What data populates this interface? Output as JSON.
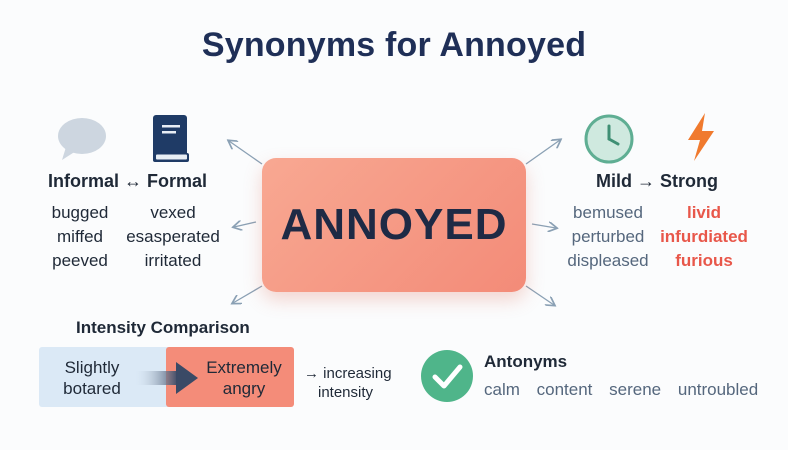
{
  "title": "Synonyms for Annoyed",
  "center_word": "ANNOYED",
  "register": {
    "heading": "Informal ↔ Formal",
    "informal": [
      "bugged",
      "miffed",
      "peeved"
    ],
    "formal": [
      "vexed",
      "esasperated",
      "irritated"
    ],
    "icons": [
      "speech-bubble-icon",
      "book-icon"
    ]
  },
  "intensity": {
    "heading": "Mild → Strong",
    "mild": [
      "bemused",
      "perturbed",
      "displeased"
    ],
    "strong": [
      "livid",
      "infurdiated",
      "furious"
    ],
    "icons": [
      "clock-icon",
      "lightning-icon"
    ]
  },
  "comparison": {
    "heading": "Intensity Comparison",
    "left_line1": "Slightly",
    "left_line2": "botared",
    "right_line1": "Extremely",
    "right_line2": "angry",
    "note_line1": "→ increasing",
    "note_line2": "intensity"
  },
  "antonyms": {
    "heading": "Antonyms",
    "items": [
      "calm",
      "content",
      "serene",
      "untroubled"
    ],
    "icon": "checkmark-icon"
  },
  "colors": {
    "title": "#1f2f57",
    "center_box": "#f48c79",
    "strong_text": "#e8574a",
    "muted_text": "#55677d",
    "check": "#4fb58a"
  }
}
